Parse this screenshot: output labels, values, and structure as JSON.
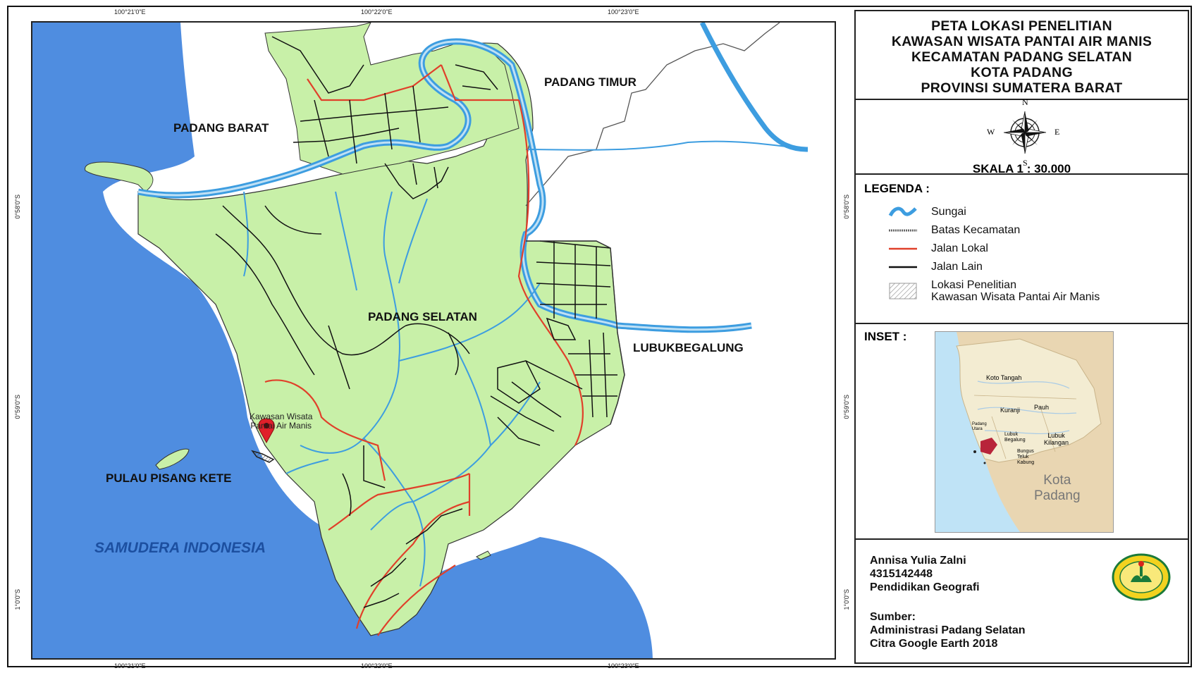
{
  "map": {
    "coords_top": [
      "100°21'0\"E",
      "100°22'0\"E",
      "100°23'0\"E"
    ],
    "coords_bottom": [
      "100°21'0\"E",
      "100°22'0\"E",
      "100°23'0\"E"
    ],
    "coords_left": [
      "0°58'0\"S",
      "0°59'0\"S",
      "1°0'0\"S"
    ],
    "coords_right": [
      "0°58'0\"S",
      "0°59'0\"S",
      "1°0'0\"S"
    ],
    "labels": {
      "padang_barat": "PADANG BARAT",
      "padang_timur": "PADANG TIMUR",
      "padang_selatan": "PADANG SELATAN",
      "lubukbegalung": "LUBUKBEGALUNG",
      "pulau_pisang_kete": "PULAU PISANG KETE",
      "samudera": "SAMUDERA INDONESIA",
      "kawasan_line1": "Kawasan Wisata",
      "kawasan_line2": "Pantai Air Manis"
    },
    "colors": {
      "sea": "#4f8de0",
      "land_study": "#c8f0a8",
      "river": "#3d9de0",
      "local_road": "#e0402a",
      "other_road": "#111111",
      "marker": "#e0202a"
    }
  },
  "panel": {
    "title": [
      "PETA LOKASI PENELITIAN",
      "KAWASAN WISATA PANTAI AIR MANIS",
      "KECAMATAN PADANG SELATAN",
      "KOTA PADANG",
      "PROVINSI SUMATERA BARAT"
    ],
    "compass": {
      "n": "N",
      "s": "S",
      "e": "E",
      "w": "W"
    },
    "scale": "SKALA 1 : 30.000",
    "legend_title": "LEGENDA :",
    "legend": [
      {
        "label": "Sungai",
        "icon": "river-symbol"
      },
      {
        "label": "Batas Kecamatan",
        "icon": "boundary-line"
      },
      {
        "label": "Jalan Lokal",
        "icon": "red-line"
      },
      {
        "label": "Jalan Lain",
        "icon": "black-line"
      },
      {
        "label": "Lokasi Penelitian",
        "label2": "Kawasan Wisata Pantai Air Manis",
        "icon": "hatched-box"
      }
    ],
    "inset_title": "INSET :",
    "inset": {
      "koto_tangah": "Koto Tangah",
      "kuranji": "Kuranji",
      "pauh": "Pauh",
      "lubuk_kilangan_1": "Lubuk",
      "lubuk_kilangan_2": "Kilangan",
      "lubuk_begalung_1": "Lubuk",
      "lubuk_begalung_2": "Begalung",
      "bungus_1": "Bungus",
      "bungus_2": "Teluk",
      "bungus_3": "Kabung",
      "padang_utara_1": "Padang",
      "padang_utara_2": "Utara",
      "kota_1": "Kota",
      "kota_2": "Padang"
    },
    "author": [
      "Annisa Yulia Zalni",
      "4315142448",
      "Pendidikan Geografi"
    ],
    "source": [
      "Sumber:",
      "Administrasi Padang Selatan",
      "Citra Google Earth 2018"
    ]
  }
}
